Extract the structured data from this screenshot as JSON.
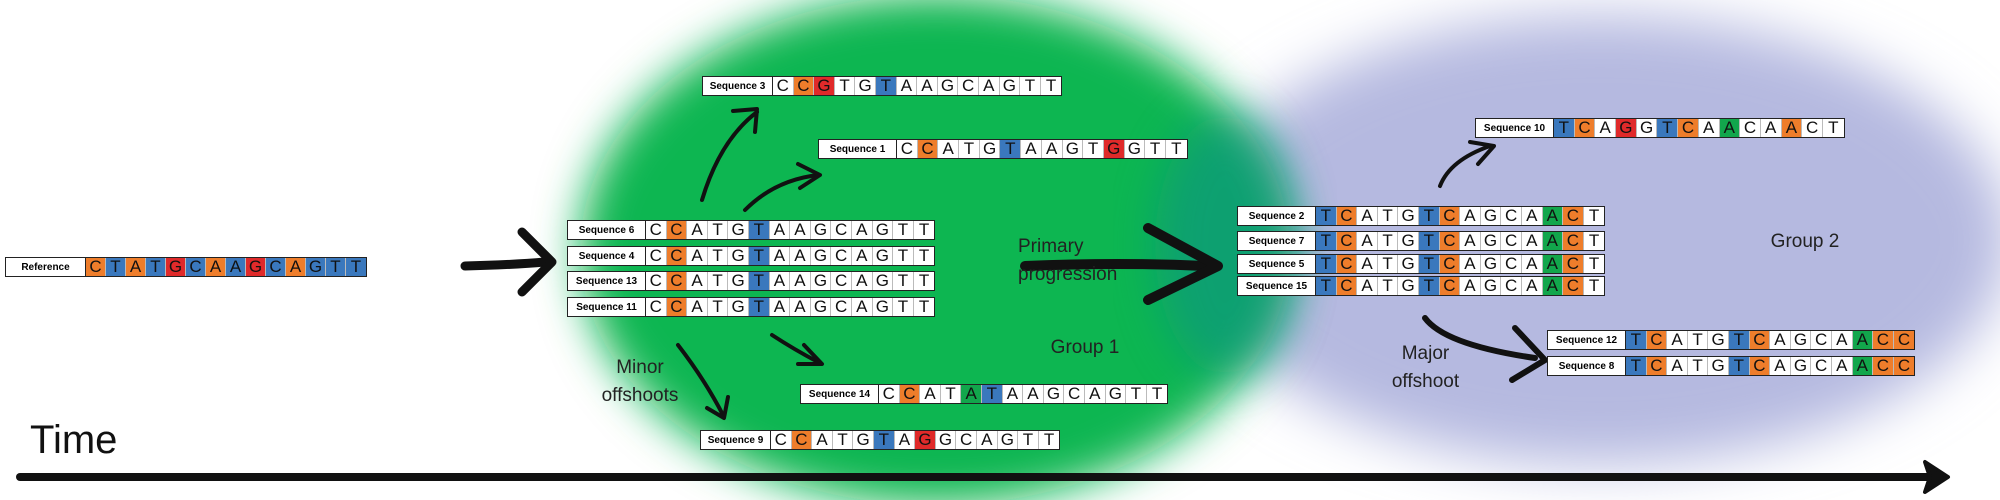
{
  "reference": {
    "label": "Reference",
    "seq": "CTATGCAAGCAGTT",
    "hl": {
      "0": "orange",
      "1": "blue",
      "2": "orange",
      "3": "blue",
      "4": "red",
      "5": "blue",
      "6": "orange",
      "7": "blue",
      "8": "red",
      "9": "blue",
      "10": "orange",
      "11": "blue",
      "12": "blue",
      "13": "blue"
    }
  },
  "sequences": [
    {
      "label": "Sequence 3",
      "seq": "CCGTGTAAGCAGTT",
      "hl": {
        "1": "orange",
        "2": "red",
        "5": "blue"
      }
    },
    {
      "label": "Sequence 1",
      "seq": "CCATGTAAGTGGTT",
      "hl": {
        "1": "orange",
        "5": "blue",
        "10": "red"
      }
    },
    {
      "label": "Sequence 6",
      "seq": "CCATGTAAGCAGTT",
      "hl": {
        "1": "orange",
        "5": "blue"
      }
    },
    {
      "label": "Sequence 4",
      "seq": "CCATGTAAGCAGTT",
      "hl": {
        "1": "orange",
        "5": "blue"
      }
    },
    {
      "label": "Sequence 13",
      "seq": "CCATGTAAGCAGTT",
      "hl": {
        "1": "orange",
        "5": "blue"
      }
    },
    {
      "label": "Sequence 11",
      "seq": "CCATGTAAGCAGTT",
      "hl": {
        "1": "orange",
        "5": "blue"
      }
    },
    {
      "label": "Sequence 14",
      "seq": "CCATATAAGCAGTT",
      "hl": {
        "1": "orange",
        "4": "green",
        "5": "blue"
      }
    },
    {
      "label": "Sequence 9",
      "seq": "CCATGTAGGCAGTT",
      "hl": {
        "1": "orange",
        "5": "blue",
        "7": "red"
      }
    },
    {
      "label": "Sequence 10",
      "seq": "TCAGGTCAACAACT",
      "hl": {
        "0": "blue",
        "1": "orange",
        "3": "red",
        "5": "blue",
        "6": "orange",
        "8": "green",
        "11": "orange"
      }
    },
    {
      "label": "Sequence 2",
      "seq": "TCATGTCAGCAACT",
      "hl": {
        "0": "blue",
        "1": "orange",
        "5": "blue",
        "6": "orange",
        "11": "green",
        "12": "orange"
      }
    },
    {
      "label": "Sequence 7",
      "seq": "TCATGTCAGCAACT",
      "hl": {
        "0": "blue",
        "1": "orange",
        "5": "blue",
        "6": "orange",
        "11": "green",
        "12": "orange"
      }
    },
    {
      "label": "Sequence 5",
      "seq": "TCATGTCAGCAACT",
      "hl": {
        "0": "blue",
        "1": "orange",
        "5": "blue",
        "6": "orange",
        "11": "green",
        "12": "orange"
      }
    },
    {
      "label": "Sequence 15",
      "seq": "TCATGTCAGCAACT",
      "hl": {
        "0": "blue",
        "1": "orange",
        "5": "blue",
        "6": "orange",
        "11": "green",
        "12": "orange"
      }
    },
    {
      "label": "Sequence 12",
      "seq": "TCATGTCAGCAACC",
      "hl": {
        "0": "blue",
        "1": "orange",
        "5": "blue",
        "6": "orange",
        "11": "green",
        "12": "orange",
        "13": "orange"
      }
    },
    {
      "label": "Sequence 8",
      "seq": "TCATGTCAGCAACC",
      "hl": {
        "0": "blue",
        "1": "orange",
        "5": "blue",
        "6": "orange",
        "11": "green",
        "12": "orange",
        "13": "orange"
      }
    }
  ],
  "labels": {
    "primary_line1": "Primary",
    "primary_line2": "progression",
    "group1": "Group 1",
    "group2": "Group 2",
    "minor_line1": "Minor",
    "minor_line2": "offshoots",
    "major_line1": "Major",
    "major_line2": "offshoot",
    "time": "Time"
  },
  "colors": {
    "orange": "#ee7d2b",
    "blue": "#3a78bd",
    "red": "#e02a2a",
    "green": "#12a64c",
    "group1": "#0fb651",
    "group2": "#b5b9e0"
  }
}
